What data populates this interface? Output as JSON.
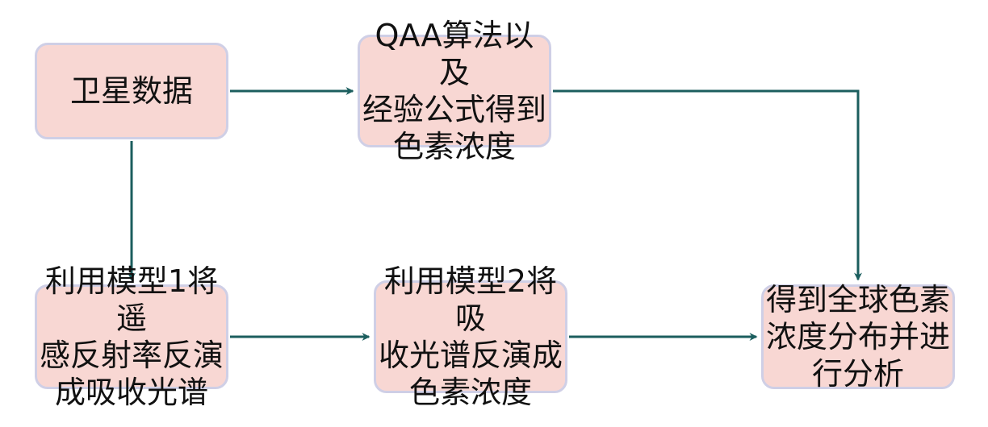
{
  "diagram": {
    "nodes": {
      "satellite": {
        "label": "卫星数据"
      },
      "qaa": {
        "label": "QAA算法以及\n经验公式得到\n色素浓度"
      },
      "model1": {
        "label": "利用模型1将遥\n感反射率反演\n成吸收光谱"
      },
      "model2": {
        "label": "利用模型2将吸\n收光谱反演成\n色素浓度"
      },
      "global": {
        "label": "得到全球色素\n浓度分布并进\n行分析"
      }
    },
    "edges": [
      {
        "from": "satellite",
        "to": "qaa"
      },
      {
        "from": "satellite",
        "to": "model1"
      },
      {
        "from": "model1",
        "to": "model2"
      },
      {
        "from": "model2",
        "to": "global"
      },
      {
        "from": "qaa",
        "to": "global"
      }
    ],
    "colors": {
      "node_fill": "#f8d7d3",
      "node_border": "#cfcfe6",
      "arrow": "#1b5e5e",
      "text": "#111111"
    }
  }
}
